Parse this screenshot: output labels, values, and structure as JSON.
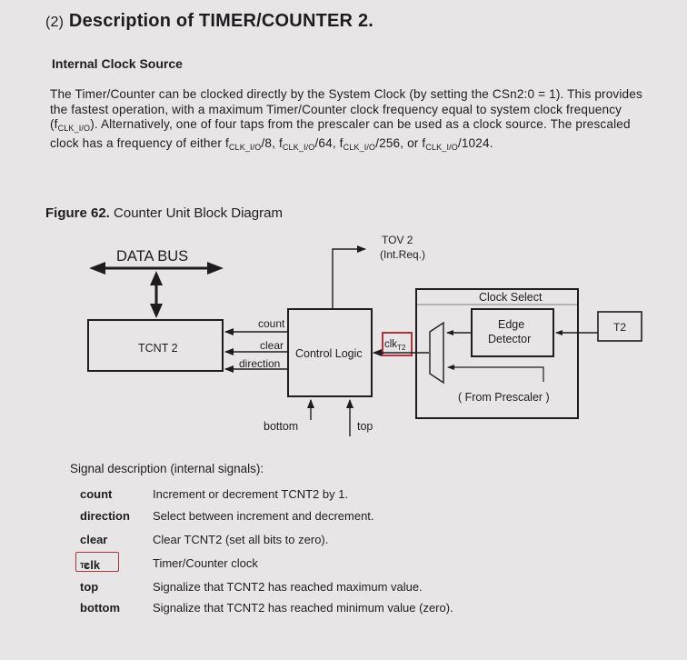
{
  "heading": {
    "num": "(2)",
    "title": "Description of TIMER/COUNTER 2."
  },
  "subheading": "Internal Clock Source",
  "paragraph": {
    "p1": "The Timer/Counter can be clocked directly by the System Clock (by setting the CSn2:0 = 1). This provides the fastest operation, with a maximum Timer/Counter clock frequency equal to system clock frequency (f",
    "sub_clk": "CLK_I/O",
    "p2": "). Alternatively, one of four taps from the prescaler can be used as a clock source. The prescaled clock has a frequency of either f",
    "p3": "/8, f",
    "p4": "/64, f",
    "p5": "/256, or f",
    "p6": "/1024."
  },
  "figure": {
    "label": "Figure 62.",
    "title": "Counter Unit Block Diagram"
  },
  "diagram": {
    "data_bus": "DATA BUS",
    "tcnt": "TCNT 2",
    "control_logic": "Control Logic",
    "count": "count",
    "clear": "clear",
    "direction": "direction",
    "tov": "TOV 2",
    "int_req": "(Int.Req.)",
    "clk": "clk",
    "clk_sub": "T2",
    "clock_select": "Clock Select",
    "edge1": "Edge",
    "edge2": "Detector",
    "t2": "T2",
    "from_prescaler": "( From Prescaler )",
    "bottom": "bottom",
    "top": "top"
  },
  "signals": {
    "heading": "Signal description (internal signals):",
    "rows": [
      {
        "name": "count",
        "desc": "Increment or decrement TCNT2 by 1."
      },
      {
        "name": "direction",
        "desc": "Select between increment and decrement."
      },
      {
        "name": "clear",
        "desc": "Clear TCNT2 (set all bits to zero)."
      },
      {
        "name": "clk",
        "sub": "T2",
        "desc": "Timer/Counter clock"
      },
      {
        "name": "top",
        "desc": "Signalize that TCNT2 has reached maximum value."
      },
      {
        "name": "bottom",
        "desc": "Signalize that TCNT2 has reached minimum value (zero)."
      }
    ]
  },
  "colors": {
    "highlight": "#b0353c",
    "paper": "#e7e5e6",
    "ink": "#1d1d1f"
  }
}
